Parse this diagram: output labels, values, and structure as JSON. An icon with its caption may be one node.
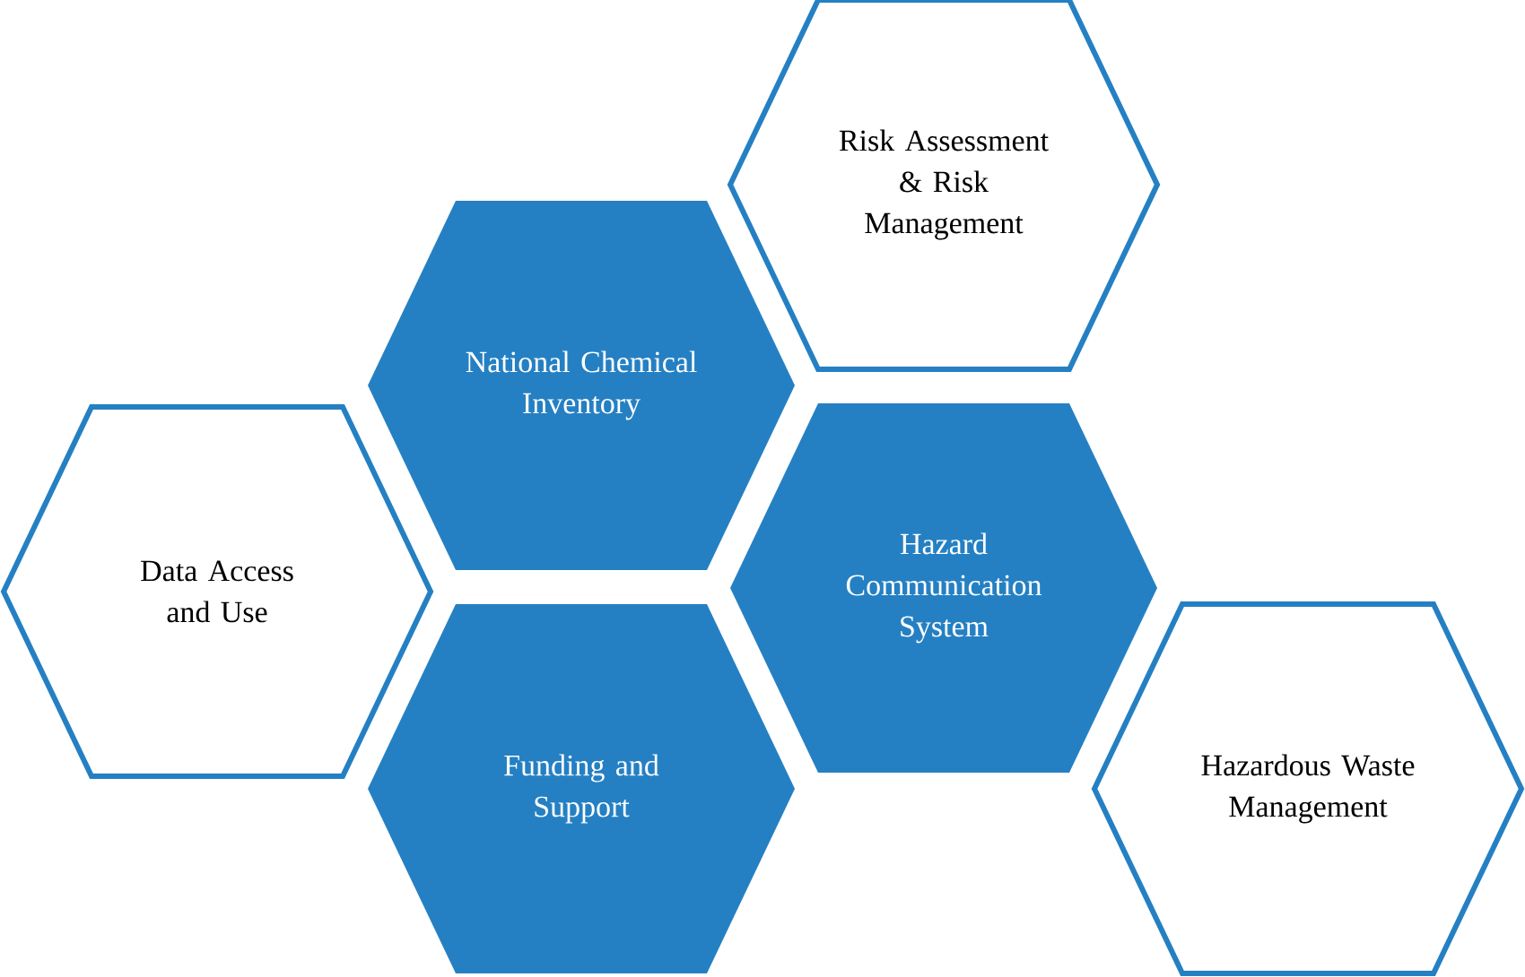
{
  "diagram": {
    "nodes": [
      {
        "text": [
          "Risk Assessment & Risk Management"
        ]
      },
      {
        "text": [
          "National Chemical Inventory"
        ]
      },
      {
        "text": [
          "Data Access and Use"
        ]
      },
      {
        "text": [
          "Hazard Communication System"
        ]
      },
      {
        "text": [
          "Funding and Support"
        ]
      },
      {
        "text": [
          "Hazardous Waste Management"
        ]
      }
    ]
  }
}
